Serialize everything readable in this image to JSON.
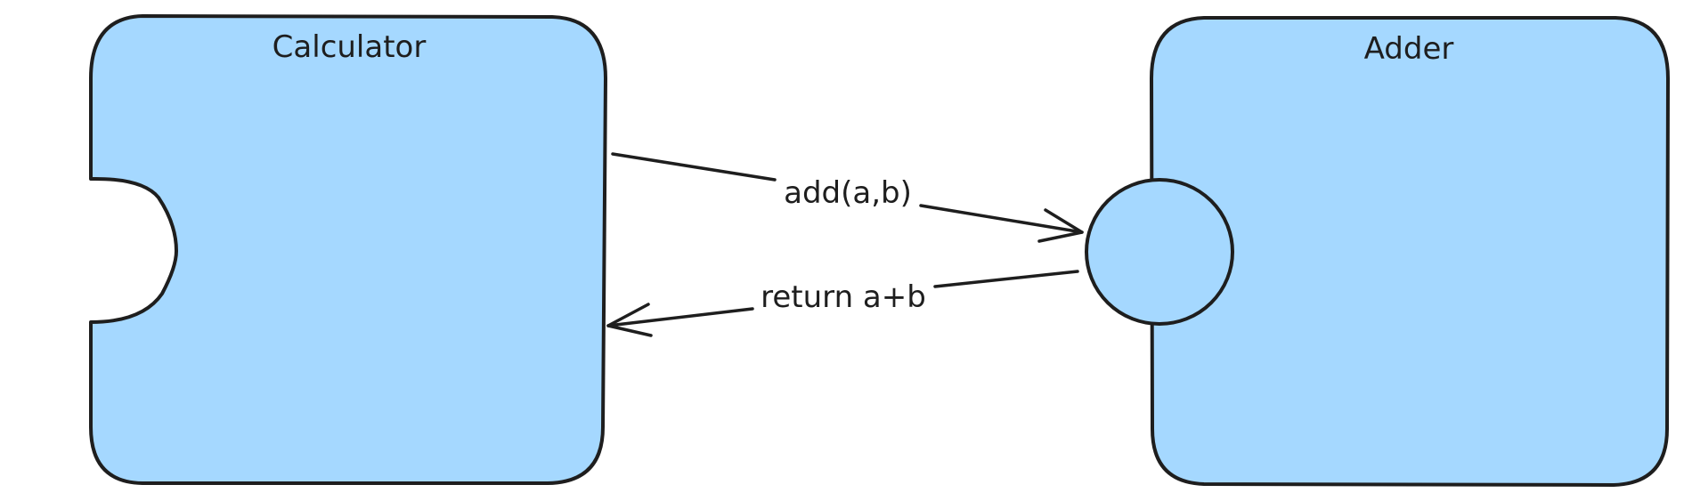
{
  "diagram": {
    "calculator": {
      "label": "Calculator"
    },
    "adder": {
      "label": "Adder"
    },
    "call_arrow": {
      "label": "add(a,b)"
    },
    "return_arrow": {
      "label": "return a+b"
    }
  },
  "colors": {
    "box_fill": "#a5d8ff",
    "stroke": "#1e1e1e",
    "background": "#ffffff"
  }
}
